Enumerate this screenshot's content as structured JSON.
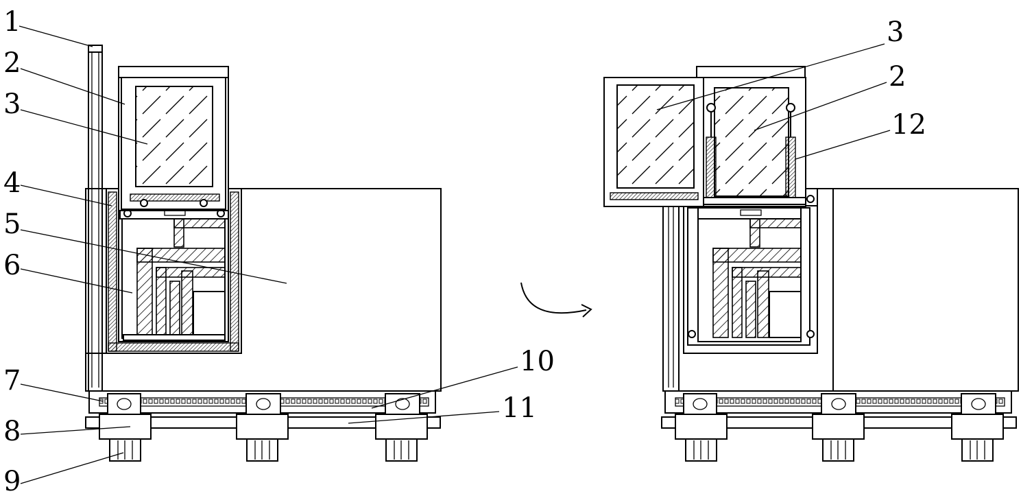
{
  "figure": {
    "left_view": {
      "callouts": [
        "1",
        "2",
        "3",
        "4",
        "5",
        "6",
        "7",
        "8",
        "9",
        "10",
        "11"
      ]
    },
    "right_view": {
      "callouts": [
        "3",
        "2",
        "12"
      ]
    }
  }
}
